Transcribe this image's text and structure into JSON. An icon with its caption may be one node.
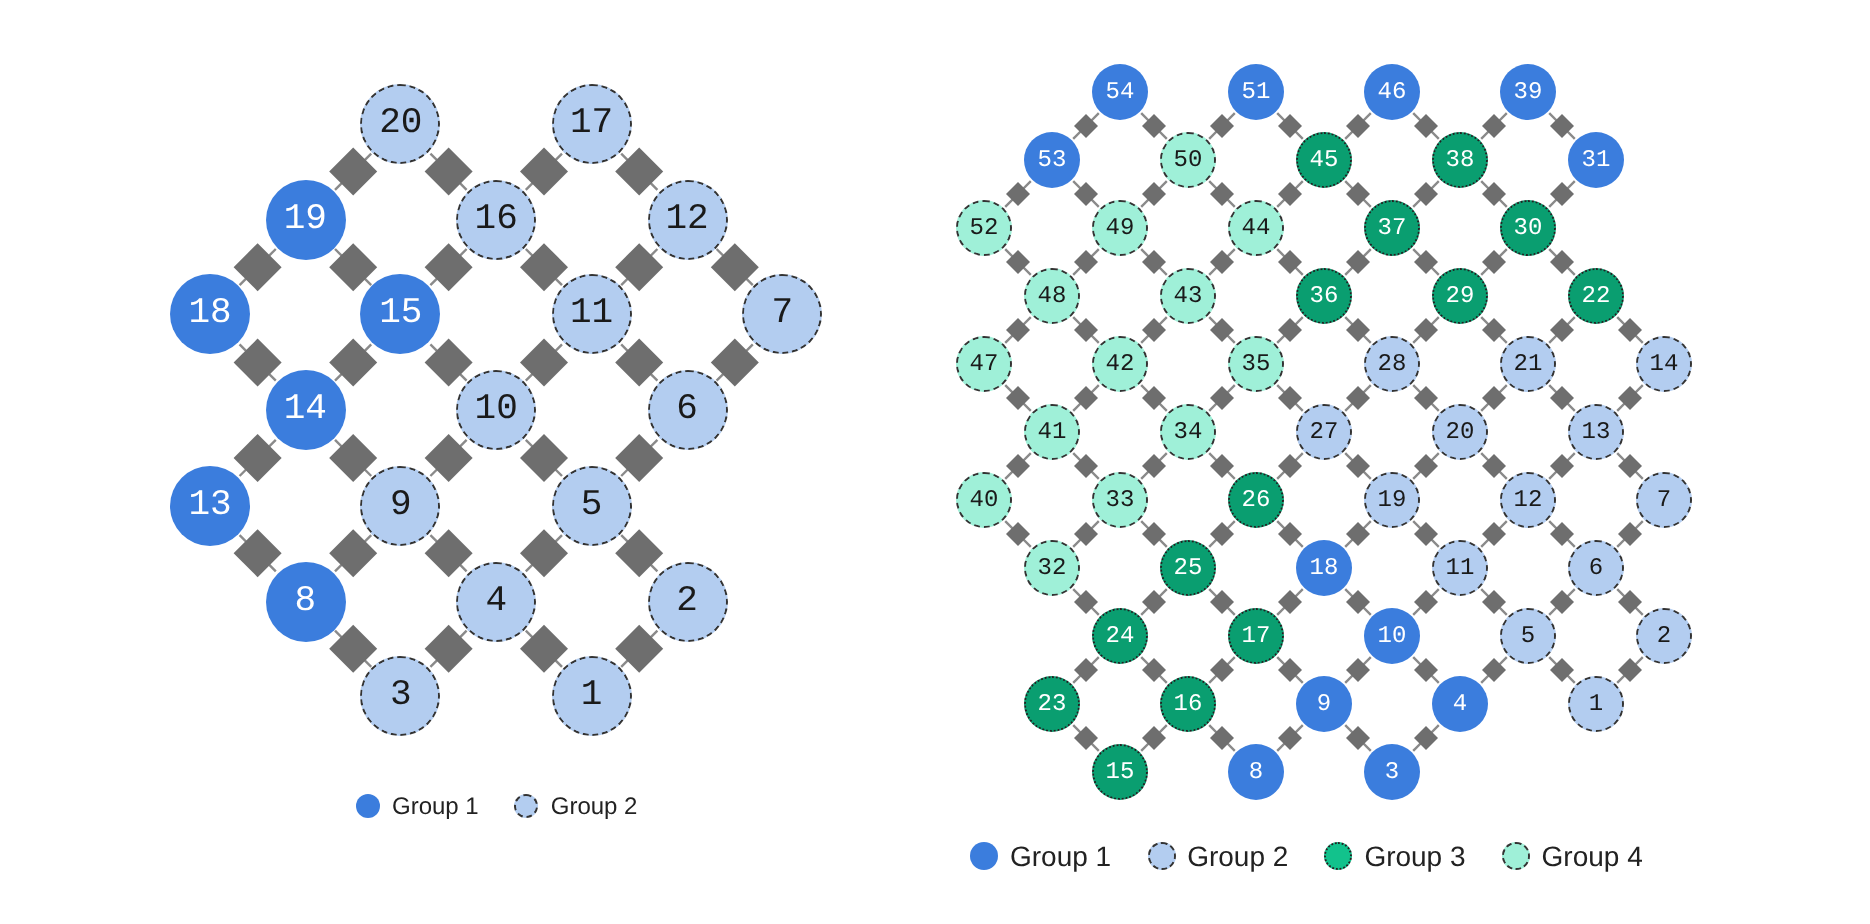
{
  "diagram": {
    "nodes": [
      {
        "text": [
          "20"
        ]
      },
      {
        "text": [
          "17"
        ]
      },
      {
        "text": [
          "19"
        ]
      },
      {
        "text": [
          "16"
        ]
      },
      {
        "text": [
          "12"
        ]
      },
      {
        "text": [
          "18"
        ]
      },
      {
        "text": [
          "15"
        ]
      },
      {
        "text": [
          "11"
        ]
      },
      {
        "text": [
          "7"
        ]
      },
      {
        "text": [
          "14"
        ]
      },
      {
        "text": [
          "10"
        ]
      },
      {
        "text": [
          "6"
        ]
      },
      {
        "text": [
          "13"
        ]
      },
      {
        "text": [
          "9"
        ]
      },
      {
        "text": [
          "5"
        ]
      },
      {
        "text": [
          "8"
        ]
      },
      {
        "text": [
          "4"
        ]
      },
      {
        "text": [
          "2"
        ]
      },
      {
        "text": [
          "3"
        ]
      },
      {
        "text": [
          "1"
        ]
      },
      {
        "text": [
          "54"
        ]
      },
      {
        "text": [
          "51"
        ]
      },
      {
        "text": [
          "46"
        ]
      },
      {
        "text": [
          "39"
        ]
      },
      {
        "text": [
          "53"
        ]
      },
      {
        "text": [
          "50"
        ]
      },
      {
        "text": [
          "45"
        ]
      },
      {
        "text": [
          "38"
        ]
      },
      {
        "text": [
          "31"
        ]
      },
      {
        "text": [
          "52"
        ]
      },
      {
        "text": [
          "49"
        ]
      },
      {
        "text": [
          "44"
        ]
      },
      {
        "text": [
          "37"
        ]
      },
      {
        "text": [
          "30"
        ]
      },
      {
        "text": [
          "48"
        ]
      },
      {
        "text": [
          "43"
        ]
      },
      {
        "text": [
          "36"
        ]
      },
      {
        "text": [
          "29"
        ]
      },
      {
        "text": [
          "22"
        ]
      },
      {
        "text": [
          "47"
        ]
      },
      {
        "text": [
          "42"
        ]
      },
      {
        "text": [
          "35"
        ]
      },
      {
        "text": [
          "28"
        ]
      },
      {
        "text": [
          "21"
        ]
      },
      {
        "text": [
          "14"
        ]
      },
      {
        "text": [
          "41"
        ]
      },
      {
        "text": [
          "34"
        ]
      },
      {
        "text": [
          "27"
        ]
      },
      {
        "text": [
          "20"
        ]
      },
      {
        "text": [
          "13"
        ]
      },
      {
        "text": [
          "40"
        ]
      },
      {
        "text": [
          "33"
        ]
      },
      {
        "text": [
          "26"
        ]
      },
      {
        "text": [
          "19"
        ]
      },
      {
        "text": [
          "12"
        ]
      },
      {
        "text": [
          "7"
        ]
      },
      {
        "text": [
          "32"
        ]
      },
      {
        "text": [
          "25"
        ]
      },
      {
        "text": [
          "18"
        ]
      },
      {
        "text": [
          "11"
        ]
      },
      {
        "text": [
          "6"
        ]
      },
      {
        "text": [
          "24"
        ]
      },
      {
        "text": [
          "17"
        ]
      },
      {
        "text": [
          "10"
        ]
      },
      {
        "text": [
          "5"
        ]
      },
      {
        "text": [
          "2"
        ]
      },
      {
        "text": [
          "23"
        ]
      },
      {
        "text": [
          "16"
        ]
      },
      {
        "text": [
          "9"
        ]
      },
      {
        "text": [
          "4"
        ]
      },
      {
        "text": [
          "1"
        ]
      },
      {
        "text": [
          "15"
        ]
      },
      {
        "text": [
          "8"
        ]
      },
      {
        "text": [
          "3"
        ]
      }
    ],
    "edges": [
      {
        "from": 0,
        "to": 2,
        "arrow": "none"
      },
      {
        "from": 0,
        "to": 3,
        "arrow": "none"
      },
      {
        "from": 1,
        "to": 3,
        "arrow": "none"
      },
      {
        "from": 1,
        "to": 4,
        "arrow": "none"
      },
      {
        "from": 2,
        "to": 5,
        "arrow": "none"
      },
      {
        "from": 2,
        "to": 6,
        "arrow": "none"
      },
      {
        "from": 3,
        "to": 6,
        "arrow": "none"
      },
      {
        "from": 3,
        "to": 7,
        "arrow": "none"
      },
      {
        "from": 4,
        "to": 7,
        "arrow": "none"
      },
      {
        "from": 4,
        "to": 8,
        "arrow": "none"
      },
      {
        "from": 5,
        "to": 9,
        "arrow": "none"
      },
      {
        "from": 6,
        "to": 9,
        "arrow": "none"
      },
      {
        "from": 6,
        "to": 10,
        "arrow": "none"
      },
      {
        "from": 7,
        "to": 10,
        "arrow": "none"
      },
      {
        "from": 7,
        "to": 11,
        "arrow": "none"
      },
      {
        "from": 8,
        "to": 11,
        "arrow": "none"
      },
      {
        "from": 9,
        "to": 12,
        "arrow": "none"
      },
      {
        "from": 9,
        "to": 13,
        "arrow": "none"
      },
      {
        "from": 10,
        "to": 13,
        "arrow": "none"
      },
      {
        "from": 10,
        "to": 14,
        "arrow": "none"
      },
      {
        "from": 11,
        "to": 14,
        "arrow": "none"
      },
      {
        "from": 12,
        "to": 15,
        "arrow": "none"
      },
      {
        "from": 13,
        "to": 15,
        "arrow": "none"
      },
      {
        "from": 13,
        "to": 16,
        "arrow": "none"
      },
      {
        "from": 14,
        "to": 16,
        "arrow": "none"
      },
      {
        "from": 14,
        "to": 17,
        "arrow": "none"
      },
      {
        "from": 15,
        "to": 18,
        "arrow": "none"
      },
      {
        "from": 16,
        "to": 18,
        "arrow": "none"
      },
      {
        "from": 16,
        "to": 19,
        "arrow": "none"
      },
      {
        "from": 17,
        "to": 19,
        "arrow": "none"
      },
      {
        "from": 20,
        "to": 24,
        "arrow": "none"
      },
      {
        "from": 20,
        "to": 25,
        "arrow": "none"
      },
      {
        "from": 21,
        "to": 25,
        "arrow": "none"
      },
      {
        "from": 21,
        "to": 26,
        "arrow": "none"
      },
      {
        "from": 22,
        "to": 26,
        "arrow": "none"
      },
      {
        "from": 22,
        "to": 27,
        "arrow": "none"
      },
      {
        "from": 23,
        "to": 27,
        "arrow": "none"
      },
      {
        "from": 23,
        "to": 28,
        "arrow": "none"
      },
      {
        "from": 24,
        "to": 29,
        "arrow": "none"
      },
      {
        "from": 24,
        "to": 30,
        "arrow": "none"
      },
      {
        "from": 25,
        "to": 30,
        "arrow": "none"
      },
      {
        "from": 25,
        "to": 31,
        "arrow": "none"
      },
      {
        "from": 26,
        "to": 31,
        "arrow": "none"
      },
      {
        "from": 26,
        "to": 32,
        "arrow": "none"
      },
      {
        "from": 27,
        "to": 32,
        "arrow": "none"
      },
      {
        "from": 27,
        "to": 33,
        "arrow": "none"
      },
      {
        "from": 28,
        "to": 33,
        "arrow": "none"
      },
      {
        "from": 29,
        "to": 34,
        "arrow": "none"
      },
      {
        "from": 30,
        "to": 34,
        "arrow": "none"
      },
      {
        "from": 30,
        "to": 35,
        "arrow": "none"
      },
      {
        "from": 31,
        "to": 35,
        "arrow": "none"
      },
      {
        "from": 31,
        "to": 36,
        "arrow": "none"
      },
      {
        "from": 32,
        "to": 36,
        "arrow": "none"
      },
      {
        "from": 32,
        "to": 37,
        "arrow": "none"
      },
      {
        "from": 33,
        "to": 37,
        "arrow": "none"
      },
      {
        "from": 33,
        "to": 38,
        "arrow": "none"
      },
      {
        "from": 34,
        "to": 39,
        "arrow": "none"
      },
      {
        "from": 34,
        "to": 40,
        "arrow": "none"
      },
      {
        "from": 35,
        "to": 40,
        "arrow": "none"
      },
      {
        "from": 35,
        "to": 41,
        "arrow": "none"
      },
      {
        "from": 36,
        "to": 41,
        "arrow": "none"
      },
      {
        "from": 36,
        "to": 42,
        "arrow": "none"
      },
      {
        "from": 37,
        "to": 42,
        "arrow": "none"
      },
      {
        "from": 37,
        "to": 43,
        "arrow": "none"
      },
      {
        "from": 38,
        "to": 43,
        "arrow": "none"
      },
      {
        "from": 38,
        "to": 44,
        "arrow": "none"
      },
      {
        "from": 39,
        "to": 45,
        "arrow": "none"
      },
      {
        "from": 40,
        "to": 45,
        "arrow": "none"
      },
      {
        "from": 40,
        "to": 46,
        "arrow": "none"
      },
      {
        "from": 41,
        "to": 46,
        "arrow": "none"
      },
      {
        "from": 41,
        "to": 47,
        "arrow": "none"
      },
      {
        "from": 42,
        "to": 47,
        "arrow": "none"
      },
      {
        "from": 42,
        "to": 48,
        "arrow": "none"
      },
      {
        "from": 43,
        "to": 48,
        "arrow": "none"
      },
      {
        "from": 43,
        "to": 49,
        "arrow": "none"
      },
      {
        "from": 44,
        "to": 49,
        "arrow": "none"
      },
      {
        "from": 45,
        "to": 50,
        "arrow": "none"
      },
      {
        "from": 45,
        "to": 51,
        "arrow": "none"
      },
      {
        "from": 46,
        "to": 51,
        "arrow": "none"
      },
      {
        "from": 46,
        "to": 52,
        "arrow": "none"
      },
      {
        "from": 47,
        "to": 52,
        "arrow": "none"
      },
      {
        "from": 47,
        "to": 53,
        "arrow": "none"
      },
      {
        "from": 48,
        "to": 53,
        "arrow": "none"
      },
      {
        "from": 48,
        "to": 54,
        "arrow": "none"
      },
      {
        "from": 49,
        "to": 54,
        "arrow": "none"
      },
      {
        "from": 49,
        "to": 55,
        "arrow": "none"
      },
      {
        "from": 50,
        "to": 56,
        "arrow": "none"
      },
      {
        "from": 51,
        "to": 56,
        "arrow": "none"
      },
      {
        "from": 51,
        "to": 57,
        "arrow": "none"
      },
      {
        "from": 52,
        "to": 57,
        "arrow": "none"
      },
      {
        "from": 52,
        "to": 58,
        "arrow": "none"
      },
      {
        "from": 53,
        "to": 58,
        "arrow": "none"
      },
      {
        "from": 53,
        "to": 59,
        "arrow": "none"
      },
      {
        "from": 54,
        "to": 59,
        "arrow": "none"
      },
      {
        "from": 54,
        "to": 60,
        "arrow": "none"
      },
      {
        "from": 55,
        "to": 60,
        "arrow": "none"
      },
      {
        "from": 56,
        "to": 61,
        "arrow": "none"
      },
      {
        "from": 57,
        "to": 61,
        "arrow": "none"
      },
      {
        "from": 57,
        "to": 62,
        "arrow": "none"
      },
      {
        "from": 58,
        "to": 62,
        "arrow": "none"
      },
      {
        "from": 58,
        "to": 63,
        "arrow": "none"
      },
      {
        "from": 59,
        "to": 63,
        "arrow": "none"
      },
      {
        "from": 59,
        "to": 64,
        "arrow": "none"
      },
      {
        "from": 60,
        "to": 64,
        "arrow": "none"
      },
      {
        "from": 60,
        "to": 65,
        "arrow": "none"
      },
      {
        "from": 61,
        "to": 66,
        "arrow": "none"
      },
      {
        "from": 61,
        "to": 67,
        "arrow": "none"
      },
      {
        "from": 62,
        "to": 67,
        "arrow": "none"
      },
      {
        "from": 62,
        "to": 68,
        "arrow": "none"
      },
      {
        "from": 63,
        "to": 68,
        "arrow": "none"
      },
      {
        "from": 63,
        "to": 69,
        "arrow": "none"
      },
      {
        "from": 64,
        "to": 69,
        "arrow": "none"
      },
      {
        "from": 64,
        "to": 70,
        "arrow": "none"
      },
      {
        "from": 65,
        "to": 70,
        "arrow": "none"
      },
      {
        "from": 66,
        "to": 71,
        "arrow": "none"
      },
      {
        "from": 67,
        "to": 71,
        "arrow": "none"
      },
      {
        "from": 67,
        "to": 72,
        "arrow": "none"
      },
      {
        "from": 68,
        "to": 72,
        "arrow": "none"
      },
      {
        "from": 68,
        "to": 73,
        "arrow": "none"
      },
      {
        "from": 69,
        "to": 73,
        "arrow": "none"
      }
    ],
    "legend": [
      {
        "text": "Group 1",
        "color": "#3b7ddd"
      },
      {
        "text": "Group 2",
        "color": "#b3cdf0"
      },
      {
        "text": "Group 1",
        "color": "#3b7ddd"
      },
      {
        "text": "Group 2",
        "color": "#b3cdf0"
      },
      {
        "text": "Group 3",
        "color": "#12c28c"
      },
      {
        "text": "Group 4",
        "color": "#9ff0d8"
      }
    ]
  }
}
